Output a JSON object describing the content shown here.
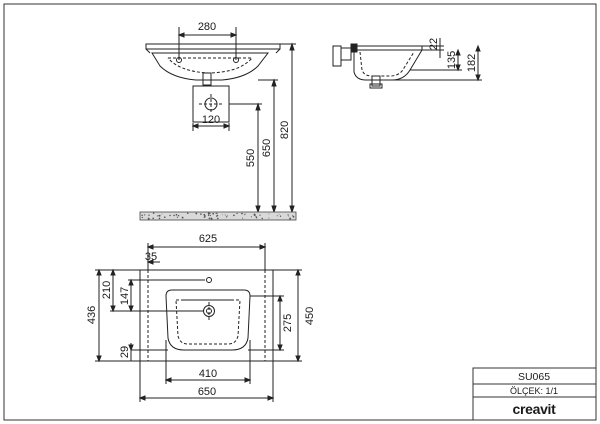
{
  "drawing": {
    "top_view": {
      "dims": {
        "tap_spacing": "280",
        "center_offset": "120",
        "drain_height": "550",
        "basin_height": "650",
        "total_height": "820"
      }
    },
    "side_view": {
      "dims": {
        "rim": "22",
        "depth": "135",
        "total_depth": "182"
      }
    },
    "plan_view": {
      "dims": {
        "inner_width": "625",
        "tap_offset": "35",
        "tap_to_back": "210",
        "bowl_to_back": "147",
        "overall_depth": "436",
        "front_margin": "29",
        "bowl_depth": "275",
        "depth_450": "450",
        "bowl_width": "410",
        "overall_width": "650"
      }
    }
  },
  "title_block": {
    "model": "SU065",
    "scale": "ÖLÇEK: 1/1",
    "brand": "creavit"
  }
}
